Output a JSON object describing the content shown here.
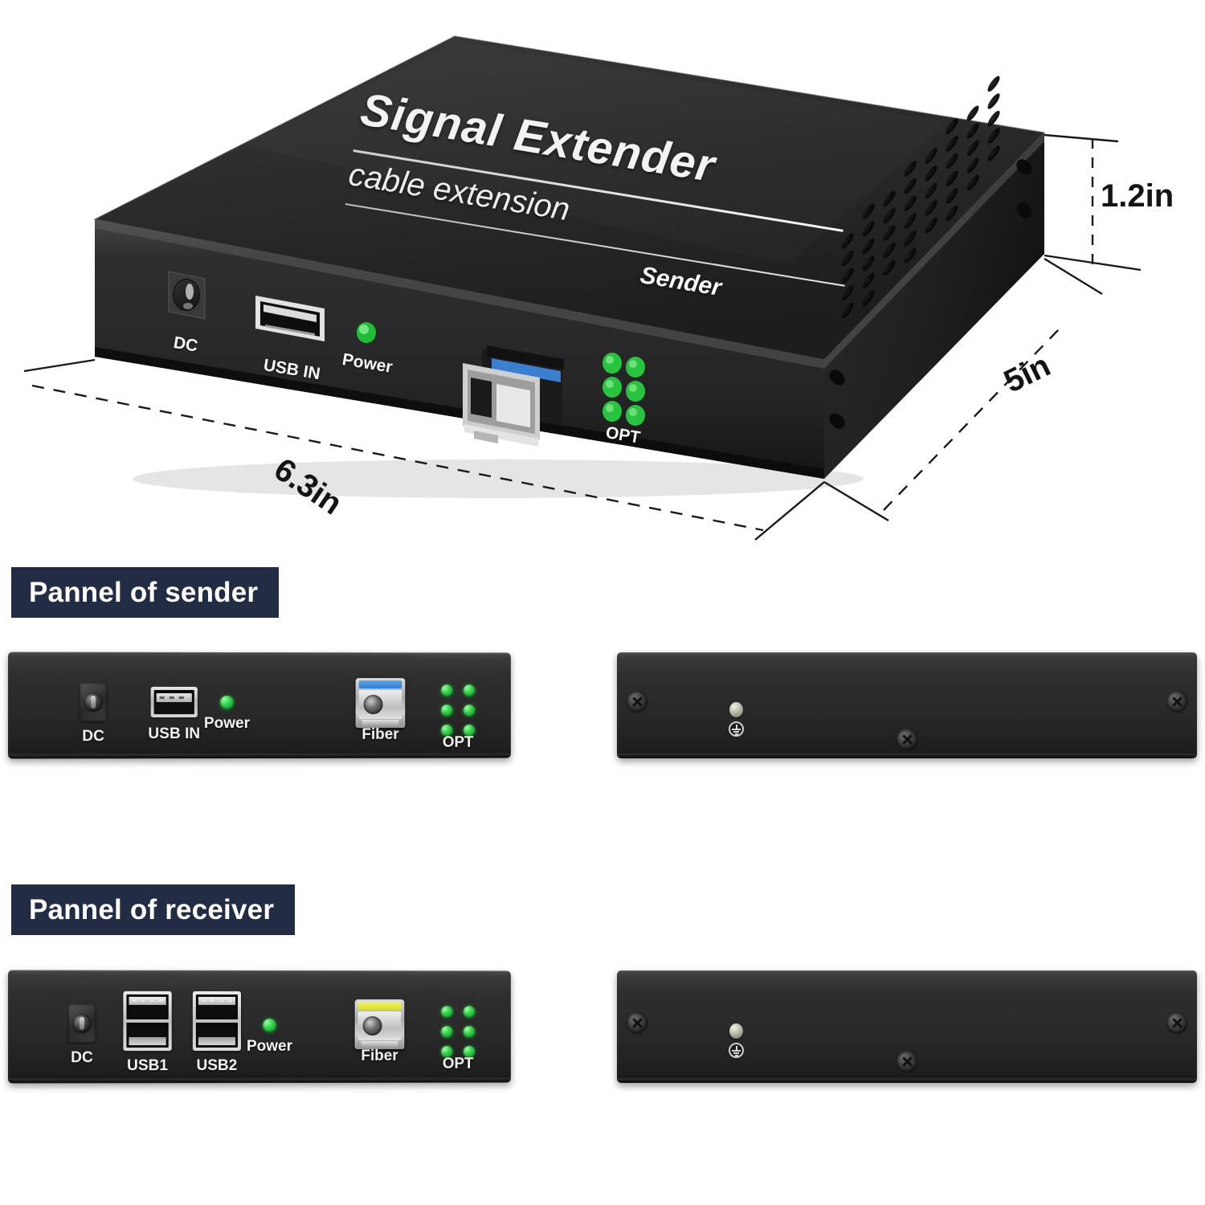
{
  "product": {
    "brand_line1": "Signal Extender",
    "brand_line2": "cable extension",
    "role_tag": "Sender"
  },
  "dimensions": {
    "height": "1.2in",
    "depth": "5in",
    "width": "6.3in"
  },
  "hero_ports": [
    {
      "name": "dc-jack",
      "label": "DC"
    },
    {
      "name": "usb-in",
      "label": "USB IN"
    },
    {
      "name": "power-led",
      "label": "Power"
    },
    {
      "name": "opt-leds",
      "label": "OPT"
    }
  ],
  "sections": [
    {
      "banner": "Pannel of sender",
      "front_panel": {
        "ports": [
          {
            "name": "dc-jack",
            "type": "dc",
            "label": "DC"
          },
          {
            "name": "usb-in",
            "type": "usb-single",
            "label": "USB IN"
          },
          {
            "name": "power-led",
            "type": "led",
            "label": "Power"
          },
          {
            "name": "fiber-port",
            "type": "sfp",
            "label": "Fiber",
            "latch_color": "#2f7fd4"
          },
          {
            "name": "opt-leds",
            "type": "opt",
            "label": "OPT"
          }
        ]
      },
      "rear_panel": {
        "screws": 3,
        "ground_symbol": true
      }
    },
    {
      "banner": "Pannel of receiver",
      "front_panel": {
        "ports": [
          {
            "name": "dc-jack",
            "type": "dc",
            "label": "DC"
          },
          {
            "name": "usb1-port",
            "type": "usb-dual",
            "label": "USB1"
          },
          {
            "name": "usb2-port",
            "type": "usb-dual",
            "label": "USB2"
          },
          {
            "name": "power-led",
            "type": "led",
            "label": "Power"
          },
          {
            "name": "fiber-port",
            "type": "sfp",
            "label": "Fiber",
            "latch_color": "#e3e334"
          },
          {
            "name": "opt-leds",
            "type": "opt",
            "label": "OPT"
          }
        ]
      },
      "rear_panel": {
        "screws": 3,
        "ground_symbol": true
      }
    }
  ],
  "colors": {
    "banner_navy": "#232c45",
    "chassis_black": "#262626",
    "led_green": "#32d14a",
    "sfp_blue": "#2f7fd4",
    "sfp_yellow": "#e3e334"
  }
}
